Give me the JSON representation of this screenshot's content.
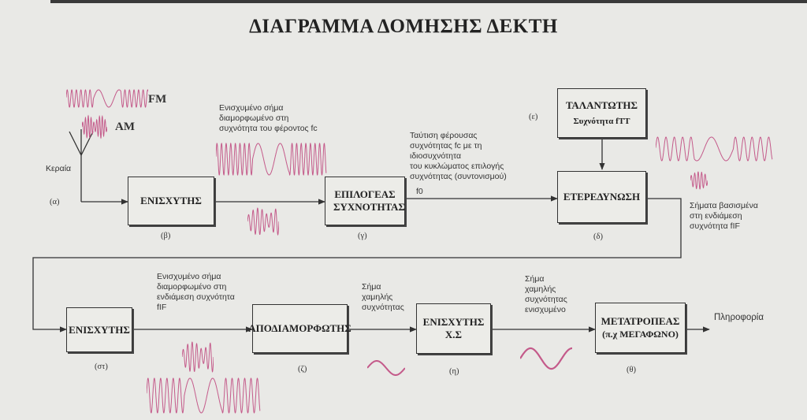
{
  "title": "ΔΙΑΓΡΑΜΜΑ ΔΟΜΗΣΗΣ ΔΕΚΤΗ",
  "blocks": {
    "amp1": "ΕΝΙΣΧΥΤΗΣ",
    "selector": "ΕΠΙΛΟΓΕΑΣ ΣΥΧΝΟΤΗΤΑΣ",
    "mixer": "ΕΤΕΡΕΔΥΝΩΣΗ",
    "oscillator_name": "ΤΑΛΑΝΤΩΤΗΣ",
    "oscillator_freq": "Συχνότητα fΤΤ",
    "amp2": "ΕΝΙΣΧΥΤΗΣ",
    "demod": "ΑΠΟΔΙΑΜΟΡΦΩΤΗΣ",
    "amp_lf_1": "ΕΝΙΣΧΥΤΗΣ",
    "amp_lf_2": "Χ.Σ",
    "transducer_1": "ΜΕΤΑΤΡΟΠΕΑΣ",
    "transducer_2": "(π.χ ΜΕΓΑΦΩΝΟ)"
  },
  "tags": {
    "a": "(α)",
    "b": "(β)",
    "g": "(γ)",
    "d": "(δ)",
    "e": "(ε)",
    "st": "(στ)",
    "z": "(ζ)",
    "h": "(η)",
    "th": "(θ)"
  },
  "labels": {
    "fm": "FM",
    "am": "AM",
    "antenna": "Κεραία",
    "amp_signal": "Ενισχυμένο σήμα\nδιαμορφωμένο στη\nσυχνότητα του φέροντος fc",
    "tuning": "Ταύτιση φέρουσας\nσυχνότητας fc με τη\nιδιοσυχνότητα\nτου κυκλώματος επιλογής\nσυχνότητας (συντονισμού)",
    "f0": "f0",
    "if_signals": "Σήματα βασισμένα\nστη ενδιάμεση\nσυχνότητα fIF",
    "amp_if_signal": "Ενισχυμένο σήμα\nδιαμορφωμένο στη\nενδιάμεση συχνότητα\nfIF",
    "lf_signal": "Σήμα\nχαμηλής\nσυχνότητας",
    "lf_amp_signal": "Σήμα\nχαμηλής\nσυχνότητας\nενισχυμένο",
    "info": "Πληροφορία"
  },
  "colors": {
    "wave": "#c45a8a",
    "line": "#333333"
  }
}
